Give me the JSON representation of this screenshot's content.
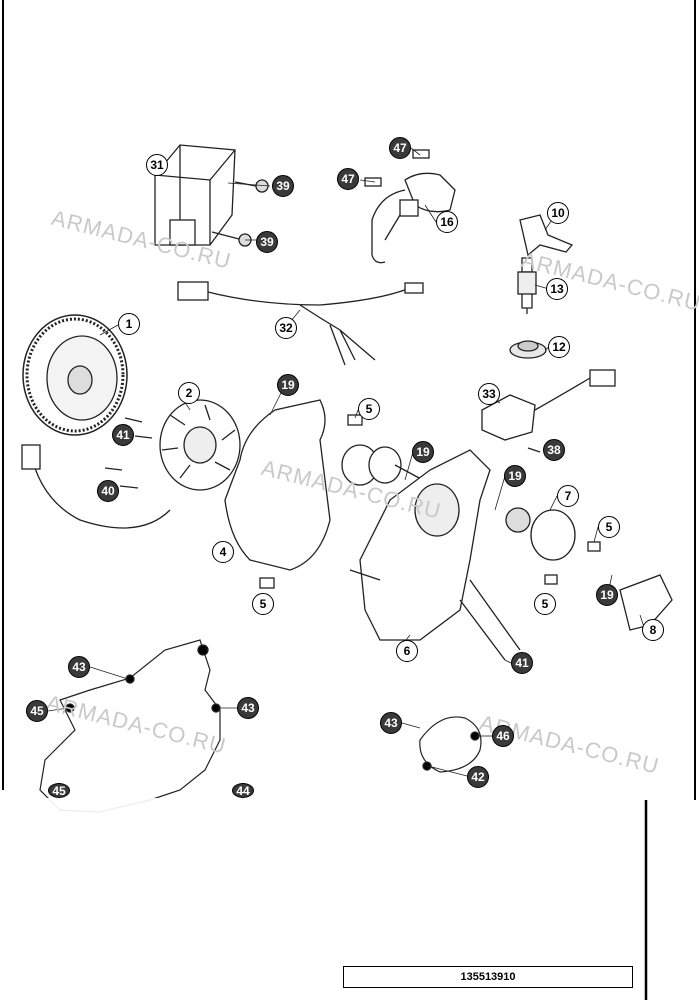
{
  "diagram": {
    "drawing_number": "135513910",
    "watermarks": [
      "ARMADA-CO.RU",
      "ARMADA-CO.RU",
      "ARMADA-CO.RU",
      "ARMADA-CO.RU",
      "ARMADA-CO.RU"
    ],
    "callouts": [
      "31",
      "39",
      "39",
      "47",
      "47",
      "16",
      "10",
      "13",
      "12",
      "32",
      "1",
      "2",
      "19",
      "5",
      "33",
      "38",
      "41",
      "19",
      "40",
      "19",
      "7",
      "4",
      "5",
      "5",
      "5",
      "19",
      "8",
      "6",
      "41",
      "43",
      "43",
      "45",
      "43",
      "46",
      "42",
      "45",
      "44"
    ]
  }
}
